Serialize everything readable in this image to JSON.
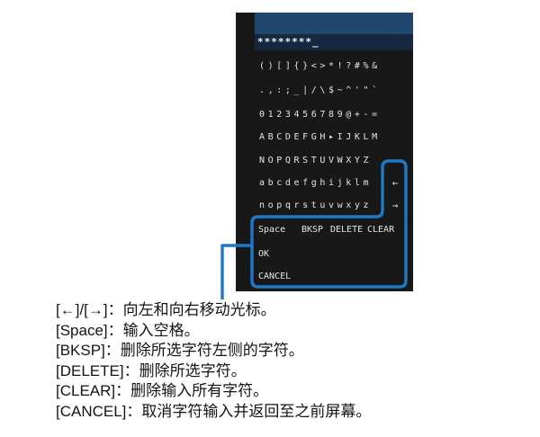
{
  "screen": {
    "input": {
      "value": "********",
      "cursor": "_"
    },
    "keyboard": {
      "rows": [
        {
          "id": "symbols-row-1",
          "chars": "()[]{}<>*!?#%&"
        },
        {
          "id": "symbols-row-2",
          "chars": ".,:;_|/\\$~^'\"`"
        },
        {
          "id": "digits-row",
          "chars": "0123456789@+-="
        },
        {
          "id": "uppercase-row-1",
          "chars": "ABCDEFGH▸IJKLM"
        },
        {
          "id": "uppercase-row-2",
          "chars": "NOPQRSTUVWXYZ"
        },
        {
          "id": "lowercase-row-1",
          "chars": "abcdefghijklm"
        },
        {
          "id": "lowercase-row-2",
          "chars": "nopqrstuvwxyz"
        }
      ],
      "cursor_glyph": "▸",
      "arrow_left": "←",
      "arrow_right": "→",
      "controls": {
        "space": "Space",
        "bksp": "BKSP",
        "delete": "DELETE",
        "clear": "CLEAR",
        "ok": "OK",
        "cancel": "CANCEL"
      }
    }
  },
  "callout": {
    "color": "#1e78c8"
  },
  "annotations": {
    "lines": [
      "[←]/[→]：向左和向右移动光标。",
      "[Space]：输入空格。",
      "[BKSP]：删除所选字符左侧的字符。",
      "[DELETE]：删除所选字符。",
      "[CLEAR]：删除输入所有字符。",
      "[CANCEL]：取消字符输入并返回至之前屏幕。"
    ]
  }
}
